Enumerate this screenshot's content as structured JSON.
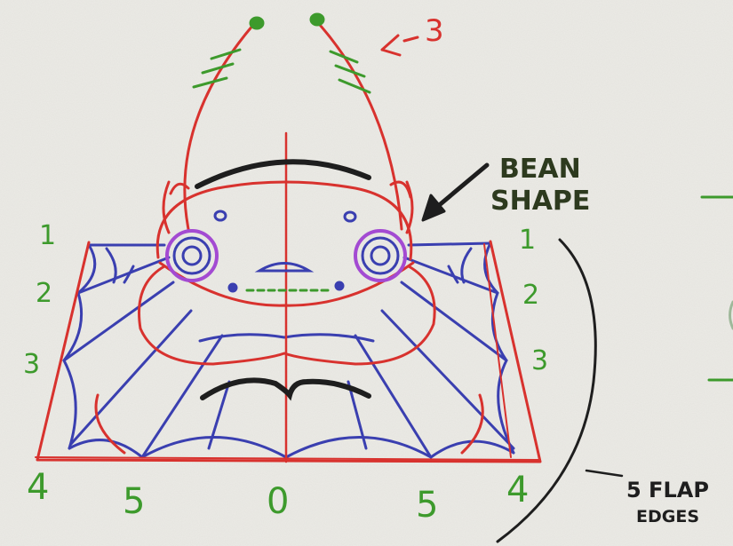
{
  "colors": {
    "paper": "#ecebe6",
    "red": "#d8322e",
    "blue": "#3a3fb0",
    "green": "#3d9a2c",
    "black": "#1e1e1e",
    "purple": "#a34ad2"
  },
  "annotations": {
    "antenna_count": "3",
    "bean_line1": "BEAN",
    "bean_line2": "SHAPE",
    "flap_line1": "5 FLAP",
    "flap_line2": "EDGES"
  },
  "left_numbers": [
    "1",
    "2",
    "3"
  ],
  "right_numbers": [
    "1",
    "2",
    "3"
  ],
  "bottom_numbers": [
    "4",
    "5",
    "0",
    "5",
    "4"
  ]
}
